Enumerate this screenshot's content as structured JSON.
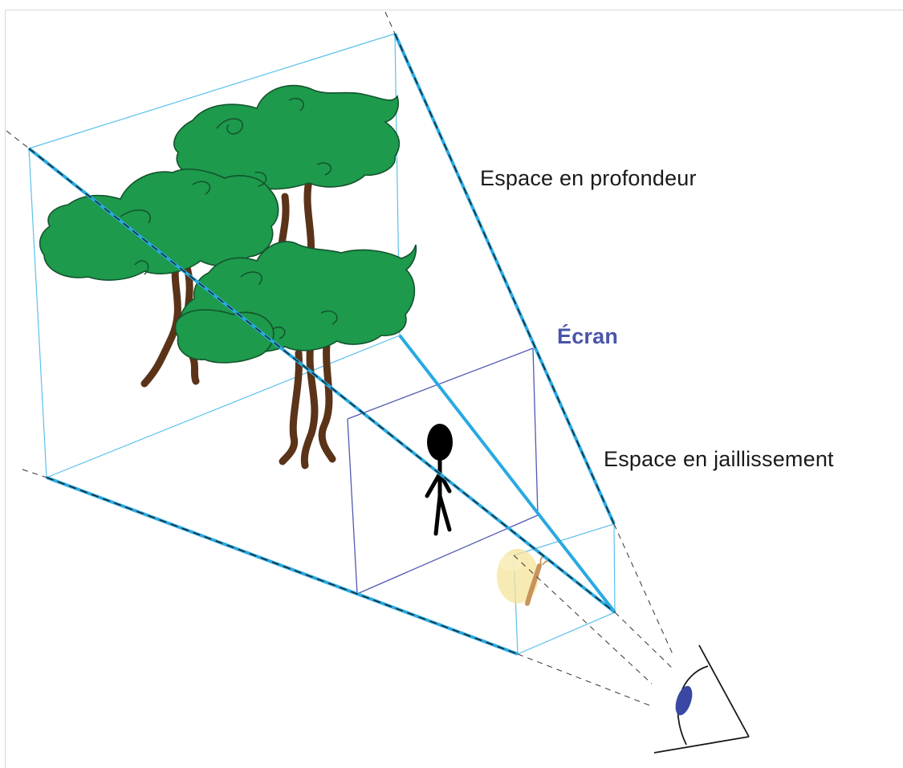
{
  "labels": {
    "depth_space": "Espace en profondeur",
    "screen": "Écran",
    "pop_out_space": "Espace en jaillissement"
  },
  "colors": {
    "frustum_edge": "#29a9e1",
    "frame_line": "#5bc0eb",
    "screen_line": "#5159b0",
    "screen_label": "#4a55a8",
    "foliage": "#1d9a4c",
    "trunk": "#5a3319",
    "person": "#000000",
    "butterfly": "#c8935a",
    "butterfly_glow": "#f6e39a",
    "iris": "#3a48a4"
  },
  "icons": [
    "tree-icon",
    "person-icon",
    "butterfly-icon",
    "eye-icon"
  ]
}
